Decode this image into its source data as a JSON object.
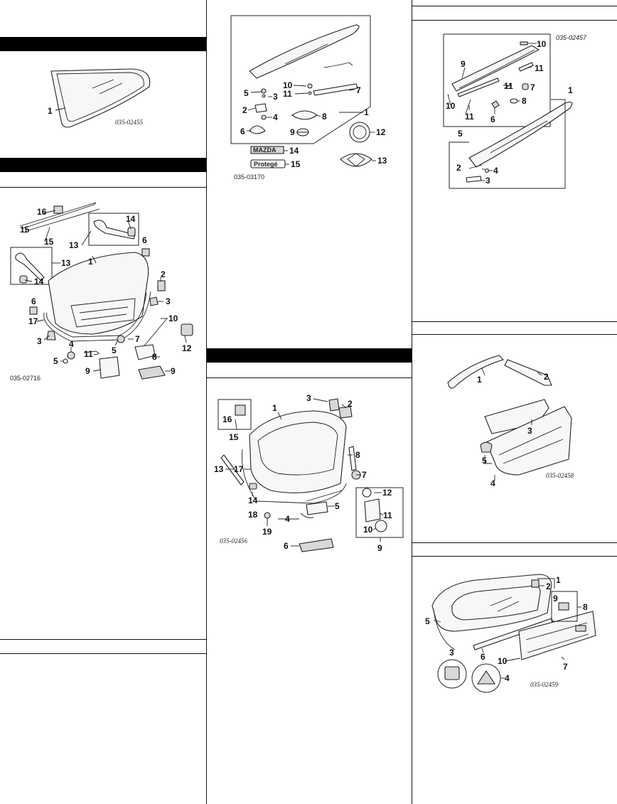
{
  "sections": {
    "quarter_window": {
      "figure_code": "035-02455",
      "callouts": [
        "1"
      ]
    },
    "trunk_lid": {
      "figure_code": "035-02716",
      "callouts": [
        "1",
        "2",
        "3",
        "3",
        "4",
        "5",
        "5",
        "6",
        "6",
        "7",
        "8",
        "9",
        "10",
        "11",
        "12",
        "13",
        "13",
        "14",
        "14",
        "15",
        "15",
        "16",
        "17"
      ]
    },
    "rear_spoiler_sedan": {
      "figure_code": "035-03170",
      "callouts": [
        "1",
        "2",
        "3",
        "4",
        "5",
        "6",
        "7",
        "8",
        "9",
        "10",
        "11",
        "12",
        "13",
        "14",
        "15"
      ],
      "badges": {
        "mazda": "MAZDA",
        "protege": "Protegé"
      }
    },
    "liftgate": {
      "figure_code": "035-02456",
      "callouts": [
        "1",
        "2",
        "3",
        "4",
        "5",
        "6",
        "7",
        "8",
        "9",
        "10",
        "11",
        "12",
        "13",
        "14",
        "15",
        "16",
        "17",
        "18",
        "19"
      ]
    },
    "rear_spoiler_hatch": {
      "figure_code": "035-02457",
      "callouts": [
        "1",
        "2",
        "3",
        "4",
        "5",
        "6",
        "7",
        "8",
        "9",
        "10",
        "10",
        "11",
        "11",
        "11"
      ]
    },
    "liftgate_trim": {
      "figure_code": "035-02458",
      "callouts": [
        "1",
        "2",
        "3",
        "4",
        "5"
      ]
    },
    "liftgate_glass": {
      "figure_code": "035-02459",
      "callouts": [
        "1",
        "2",
        "3",
        "4",
        "5",
        "6",
        "7",
        "8",
        "9",
        "10"
      ]
    }
  }
}
